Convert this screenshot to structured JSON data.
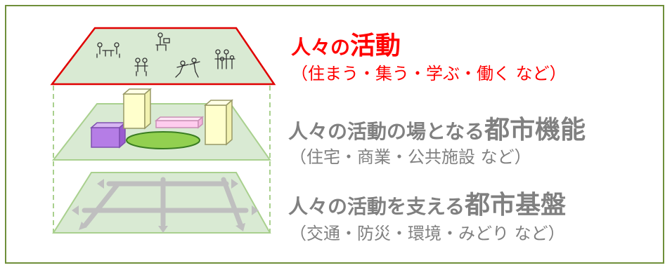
{
  "layers": [
    {
      "title_prefix": "人々の",
      "title_emphasis": "活動",
      "subtitle": "（住まう・集う・学ぶ・働く など）",
      "color": "#ff0000",
      "icons": [
        "people-at-table-icon",
        "person-at-desk-icon",
        "couple-icon",
        "people-playing-icon",
        "family-icon"
      ]
    },
    {
      "title_prefix": "人々の活動の場となる",
      "title_emphasis": "都市機能",
      "subtitle": "（住宅・商業・公共施設 など）",
      "color": "#808080"
    },
    {
      "title_prefix": "人々の活動を支える",
      "title_emphasis": "都市基盤",
      "subtitle": "（交通・防災・環境・みどり など）",
      "color": "#808080"
    }
  ],
  "colors": {
    "frame": "#6f8f3a",
    "plane_fill": "#d9ead3",
    "plane_border": "#a9d08e",
    "activity_border": "#e00000",
    "building_yellow": "#ffffcc",
    "building_purple": "#b57de6",
    "building_pink": "#ffccee",
    "park_green": "#92d050",
    "road_gray": "#bfbfbf"
  }
}
